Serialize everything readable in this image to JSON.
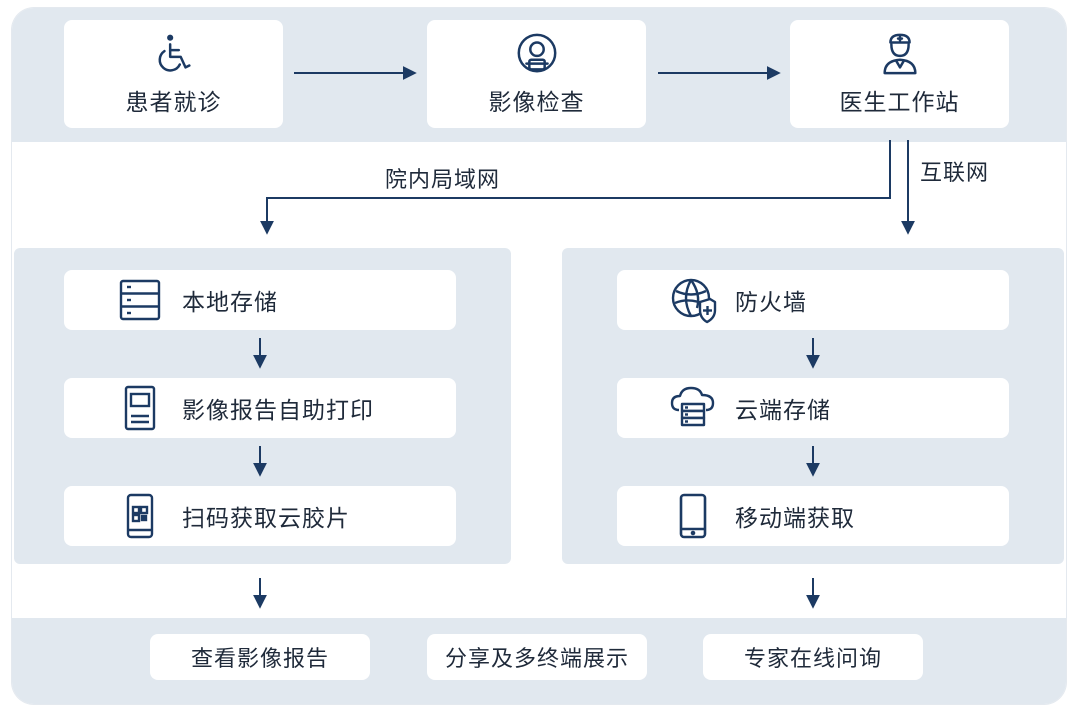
{
  "steps": [
    {
      "label": "患者就诊",
      "icon": "wheelchair-icon"
    },
    {
      "label": "影像检查",
      "icon": "scanner-icon"
    },
    {
      "label": "医生工作站",
      "icon": "doctor-icon"
    }
  ],
  "network": {
    "lan_label": "院内局域网",
    "internet_label": "互联网"
  },
  "left_column": [
    {
      "label": "本地存储",
      "icon": "server-storage-icon"
    },
    {
      "label": "影像报告自助打印",
      "icon": "kiosk-printer-icon"
    },
    {
      "label": "扫码获取云胶片",
      "icon": "qr-phone-icon"
    }
  ],
  "right_column": [
    {
      "label": "防火墙",
      "icon": "globe-shield-icon"
    },
    {
      "label": "云端存储",
      "icon": "cloud-server-icon"
    },
    {
      "label": "移动端获取",
      "icon": "mobile-phone-icon"
    }
  ],
  "outputs": [
    {
      "label": "查看影像报告"
    },
    {
      "label": "分享及多终端展示"
    },
    {
      "label": "专家在线问询"
    }
  ],
  "colors": {
    "accent": "#1c3a63",
    "band": "#e1e8ef",
    "box": "#ffffff",
    "text": "#1f2a3a"
  }
}
